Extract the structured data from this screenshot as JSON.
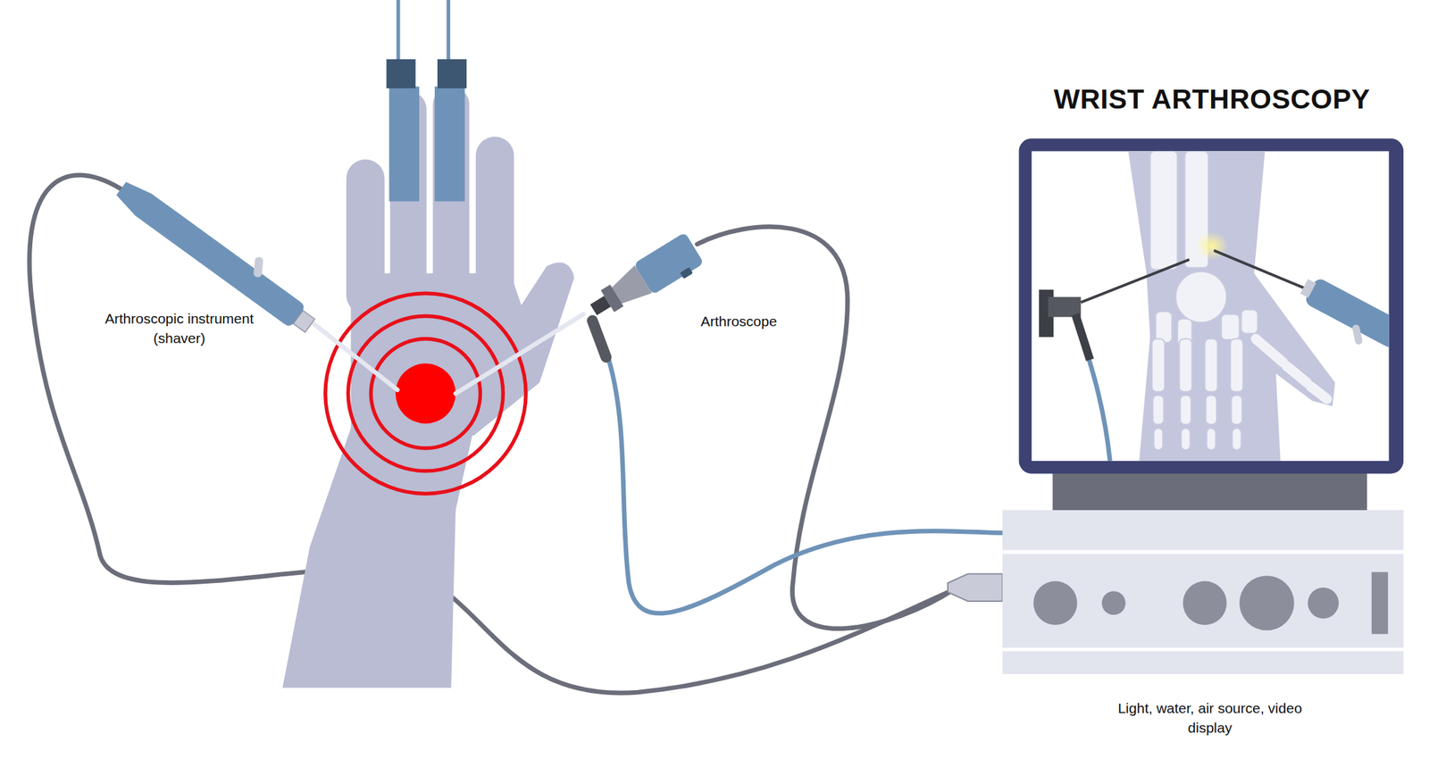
{
  "diagram": {
    "title": "WRIST ARTHROSCOPY",
    "labels": [
      "Arthroscopic instrument (shaver)",
      "Arthroscope",
      "Light, water, air source, video display"
    ]
  }
}
